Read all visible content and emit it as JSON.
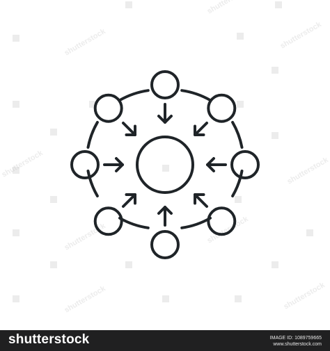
{
  "image": {
    "subject": "centralization-icon",
    "line_color": "#1f2428",
    "background_color": "#ffffff"
  },
  "footer": {
    "brand": "shutterstock",
    "image_id": "IMAGE ID: 1089759665",
    "site": "www.shutterstock.com",
    "background_color": "#202021"
  },
  "watermark": {
    "text": "shutterstock"
  }
}
